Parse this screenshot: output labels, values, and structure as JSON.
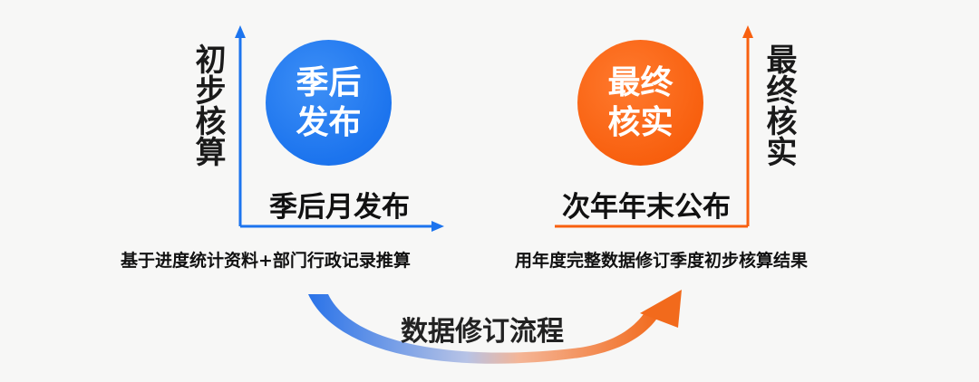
{
  "left": {
    "axis_label": "初步核算",
    "circle_text": "季后发布",
    "heading": "季后月发布",
    "description": "基于进度统计资料+部门行政记录推算",
    "color": "#1c74ee"
  },
  "right": {
    "axis_label": "最终核实",
    "circle_text": "最终核实",
    "heading": "次年年末公布",
    "description": "用年度完整数据修订季度初步核算结果",
    "color": "#f8600f"
  },
  "flow": {
    "label": "数据修订流程",
    "from_color": "#2a73e8",
    "to_color": "#f26a1c"
  }
}
